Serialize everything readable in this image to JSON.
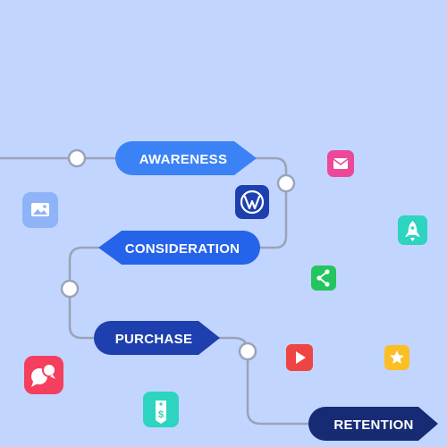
{
  "stages": [
    {
      "label": "AWARENESS",
      "color": "#3b82f6"
    },
    {
      "label": "CONSIDERATION",
      "color": "#2563eb"
    },
    {
      "label": "PURCHASE",
      "color": "#1e40af"
    },
    {
      "label": "RETENTION",
      "color": "#172b75"
    }
  ],
  "icons": [
    {
      "name": "image-icon",
      "color": "#8fb3f7"
    },
    {
      "name": "wordpress-icon",
      "color": "#1e40af"
    },
    {
      "name": "mail-icon",
      "color": "#ec4899"
    },
    {
      "name": "rocket-icon",
      "color": "#2dd4bf"
    },
    {
      "name": "share-icon",
      "color": "#22c55e"
    },
    {
      "name": "play-icon",
      "color": "#ef4444"
    },
    {
      "name": "star-icon",
      "color": "#fbbf24"
    },
    {
      "name": "chat-icon",
      "color": "#f43f5e"
    },
    {
      "name": "price-tag-icon",
      "color": "#2dd4bf"
    }
  ],
  "colors": {
    "background": "#c2d5ff",
    "connector": "#9aa3b8"
  }
}
